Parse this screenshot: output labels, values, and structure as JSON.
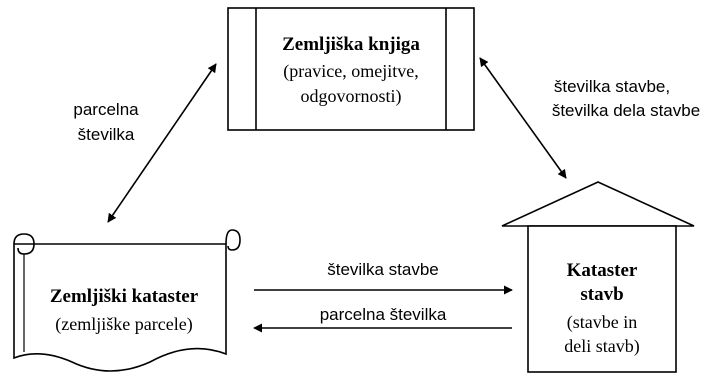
{
  "nodes": {
    "land_registry": {
      "title": "Zemljiška knjiga",
      "subtitle_lines": [
        "(pravice, omejitve,",
        "odgovornosti)"
      ]
    },
    "land_cadastre": {
      "title": "Zemljiški kataster",
      "subtitle_lines": [
        "(zemljiške parcele)"
      ]
    },
    "building_cadastre": {
      "title_lines": [
        "Kataster",
        "stavb"
      ],
      "subtitle_lines": [
        "(stavbe in",
        "deli stavb)"
      ]
    }
  },
  "edges": {
    "registry_land": {
      "label_lines": [
        "parcelna",
        "številka"
      ]
    },
    "registry_building": {
      "label_lines": [
        "številka stavbe,",
        "številka dela stavbe"
      ]
    },
    "land_to_building": {
      "label": "številka stavbe"
    },
    "building_to_land": {
      "label": "parcelna številka"
    }
  },
  "colors": {
    "stroke": "#000000",
    "fill": "#ffffff"
  }
}
